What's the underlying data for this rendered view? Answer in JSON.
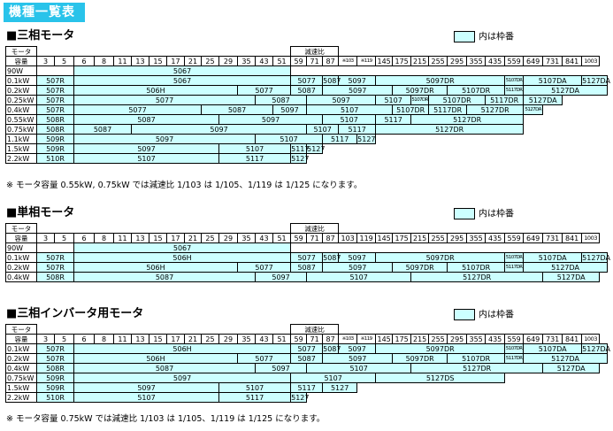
{
  "page_title": "機種一覧表",
  "legend_label": "内は枠番",
  "header": {
    "motor_top": "モータ",
    "motor_bottom": "容量",
    "ratio_label": "減速比",
    "ratios_3phase": [
      "3",
      "5",
      "6",
      "8",
      "11",
      "13",
      "15",
      "17",
      "21",
      "25",
      "29",
      "35",
      "43",
      "51",
      "59",
      "71",
      "87",
      "※103",
      "※119",
      "145",
      "175",
      "215",
      "255",
      "295",
      "355",
      "435",
      "559",
      "649",
      "731",
      "841",
      "1003"
    ],
    "ratios_single": [
      "3",
      "5",
      "6",
      "8",
      "11",
      "13",
      "15",
      "17",
      "21",
      "25",
      "29",
      "35",
      "43",
      "51",
      "59",
      "71",
      "87",
      "103",
      "119",
      "145",
      "175",
      "215",
      "255",
      "295",
      "355",
      "435",
      "559",
      "649",
      "731",
      "841",
      "1003"
    ]
  },
  "sections": [
    {
      "title": "■三相モータ",
      "note": "※ モータ容量 0.55kW, 0.75kW では減速比 1/103 は 1/105、1/119 は 1/125 になります。",
      "rows": [
        {
          "capacity": "90W",
          "c1": "",
          "c2": "5067"
        },
        {
          "capacity": "0.1kW",
          "c1": "507R",
          "c2": "5067",
          "c3": "5077",
          "c4": "5087",
          "c5": "5097",
          "c6": "5097DR",
          "c7": "5107DR",
          "c8": "5107DA",
          "c9": "5127DA"
        },
        {
          "capacity": "0.2kW",
          "c1": "507R",
          "c2": "506H",
          "c3": "5077",
          "c4": "5087",
          "c5": "5097",
          "c6": "5097DR",
          "c7": "5107DR",
          "c8": "5117DR",
          "c9": "5127DA"
        },
        {
          "capacity": "0.25kW",
          "c1": "507R",
          "c2": "5077",
          "c3": "5087",
          "c4": "5097",
          "c5": "5107",
          "c6": "5107DR",
          "c7": "5107DR",
          "c8": "5117DR",
          "c9": "5127DA"
        },
        {
          "capacity": "0.4kW",
          "c1": "507R",
          "c2": "5077",
          "c3": "5087",
          "c4": "5097",
          "c5": "5107",
          "c6": "5107DR",
          "c7": "5117DR",
          "c8": "5127DR",
          "c9": "5127DA"
        },
        {
          "capacity": "0.55kW",
          "c1": "508R",
          "c2": "5087",
          "c3": "5097",
          "c4": "5107",
          "c5": "5117",
          "c6": "5127DR"
        },
        {
          "capacity": "0.75kW",
          "c1": "508R",
          "c2": "5087",
          "c3": "5097",
          "c4": "5107",
          "c5": "5117",
          "c6": "5127DR"
        },
        {
          "capacity": "1.1kW",
          "c1": "509R",
          "c2": "5097",
          "c3": "5107",
          "c4": "5117",
          "c5": "5127"
        },
        {
          "capacity": "1.5kW",
          "c1": "509R",
          "c2": "5097",
          "c3": "5107",
          "c4": "5117",
          "c5": "5127"
        },
        {
          "capacity": "2.2kW",
          "c1": "510R",
          "c2": "5107",
          "c3": "5117",
          "c4": "5127"
        }
      ]
    },
    {
      "title": "■単相モータ",
      "note": "",
      "rows": [
        {
          "capacity": "90W",
          "c1": "",
          "c2": "5067"
        },
        {
          "capacity": "0.1kW",
          "c1": "507R",
          "c2": "506H",
          "c3": "5077",
          "c4": "5087",
          "c5": "5097",
          "c6": "5097DR",
          "c7": "5107DR",
          "c8": "5107DA",
          "c9": "5127DA"
        },
        {
          "capacity": "0.2kW",
          "c1": "507R",
          "c2": "506H",
          "c3": "5077",
          "c4": "5087",
          "c5": "5097",
          "c6": "5097DR",
          "c7": "5107DR",
          "c8": "5117DR",
          "c9": "5127DA"
        },
        {
          "capacity": "0.4kW",
          "c1": "508R",
          "c2": "5087",
          "c3": "5097",
          "c4": "5107",
          "c5": "5127DR",
          "c6": "5127DA"
        }
      ]
    },
    {
      "title": "■三相インバータ用モータ",
      "note": "※ モータ容量 0.75kW では減速比 1/103 は 1/105、1/119 は 1/125 になります。",
      "rows": [
        {
          "capacity": "0.1kW",
          "c1": "507R",
          "c2": "506H",
          "c3": "5077",
          "c4": "5087",
          "c5": "5097",
          "c6": "5097DR",
          "c7": "5107DR",
          "c8": "5107DA",
          "c9": "5127DA"
        },
        {
          "capacity": "0.2kW",
          "c1": "507R",
          "c2": "506H",
          "c3": "5077",
          "c4": "5087",
          "c5": "5097",
          "c6": "5097DR",
          "c7": "5107DR",
          "c8": "5117DR",
          "c9": "5127DA"
        },
        {
          "capacity": "0.4kW",
          "c1": "508R",
          "c2": "5087",
          "c3": "5097",
          "c4": "5107",
          "c5": "5127DR",
          "c6": "5127DA"
        },
        {
          "capacity": "0.75kW",
          "c1": "509R",
          "c2": "5097",
          "c3": "5107",
          "c4": "5127DS"
        },
        {
          "capacity": "1.5kW",
          "c1": "509R",
          "c2": "5097",
          "c3": "5107",
          "c4": "5117",
          "c5": "5127"
        },
        {
          "capacity": "2.2kW",
          "c1": "510R",
          "c2": "5107",
          "c3": "5117",
          "c4": "5127"
        }
      ]
    }
  ]
}
